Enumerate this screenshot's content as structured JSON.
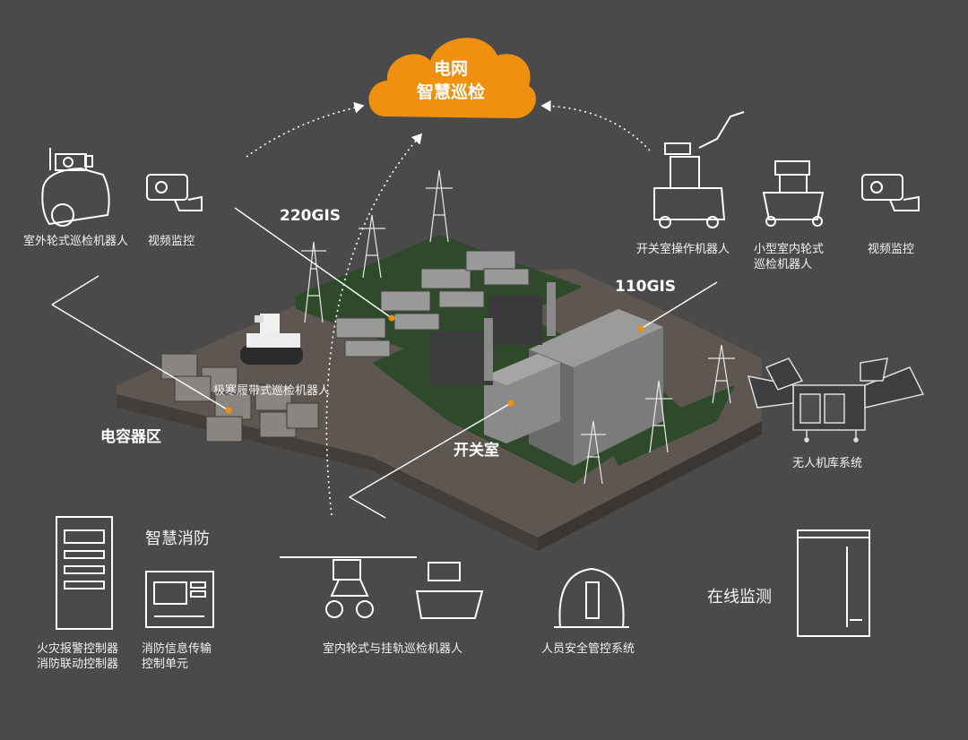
{
  "cloud": {
    "line1": "电网",
    "line2": "智慧巡检",
    "color": "#f0900f"
  },
  "zones": {
    "gis220": "220GIS",
    "gis110": "110GIS",
    "capacitor": "电容器区",
    "switch_room": "开关室"
  },
  "devices": {
    "outdoor_robot": "室外轮式巡检机器人",
    "video_left": "视频监控",
    "switch_robot": "开关室操作机器人",
    "small_indoor_robot_line1": "小型室内轮式",
    "small_indoor_robot_line2": "巡检机器人",
    "video_right": "视频监控",
    "tracked_robot": "极寒履带式巡检机器人",
    "drone_hangar": "无人机库系统",
    "fire_title": "智慧消防",
    "fire_alarm_line1": "火灾报警控制器",
    "fire_alarm_line2": "消防联动控制器",
    "fire_info_line1": "消防信息传输",
    "fire_info_line2": "控制单元",
    "rail_robot": "室内轮式与挂轨巡检机器人",
    "helmet": "人员安全管控系统",
    "online_monitor": "在线监测"
  },
  "colors": {
    "background": "#4a4a4a",
    "ground": "#5c5550",
    "grass": "#2e4a2a",
    "accent_dot": "#f0900f",
    "line": "#ffffff"
  }
}
